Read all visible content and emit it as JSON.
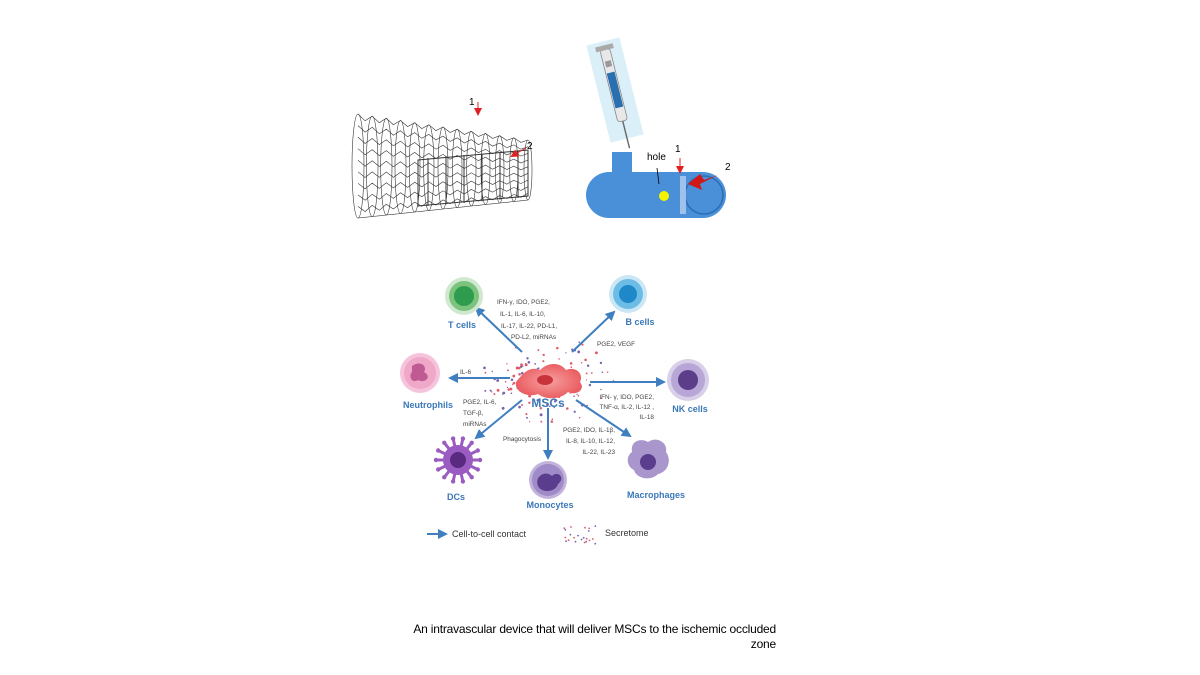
{
  "stent": {
    "label_1": "1",
    "label_2": "2"
  },
  "device": {
    "label_hole": "hole",
    "label_1": "1",
    "label_2": "2"
  },
  "msc_diagram": {
    "center_label": "MSCs",
    "cells": {
      "t_cells": "T cells",
      "b_cells": "B cells",
      "neutrophils": "Neutrophils",
      "nk_cells": "NK cells",
      "dcs": "DCs",
      "monocytes": "Monocytes",
      "macrophages": "Macrophages"
    },
    "factors": {
      "t_cells": [
        "IFN-γ, IDO, PGE2,",
        "IL-1, IL-6, IL-10,",
        "IL-17, IL-22, PD-L1,",
        "PD-L2, miRNAs"
      ],
      "b_cells": [
        "PGE2, VEGF"
      ],
      "neutrophils": [
        "IL-6"
      ],
      "dcs": [
        "PGE2, IL-6,",
        "TGF-β,",
        "miRNAs"
      ],
      "monocytes": [
        "Phagocytosis"
      ],
      "nk_cells": [
        "IFN- γ, IDO, PGE2,",
        "TNF-α, IL-2, IL-12 ,",
        "IL-18"
      ],
      "macrophages": [
        "PGE2, IDO, IL-1β,",
        "IL-8, IL-10, IL-12,",
        "IL-22, IL-23"
      ]
    },
    "legend": {
      "contact": "Cell-to-cell contact",
      "secretome": "Secretome"
    },
    "colors": {
      "arrow": "#3f7fbf",
      "label": "#3a78b8",
      "t_cell": "#3fa15c",
      "b_cell": "#3a9ad1",
      "neutrophil": "#e07fa8",
      "nk_cell": "#8266a8",
      "dc": "#8e4fb0",
      "monocyte": "#8a6bb0",
      "macrophage": "#8a72b4",
      "msc": "#ef6b6b"
    }
  },
  "caption": {
    "line1": "An intravascular device that will deliver MSCs to the ischemic occluded",
    "line2": "zone"
  }
}
